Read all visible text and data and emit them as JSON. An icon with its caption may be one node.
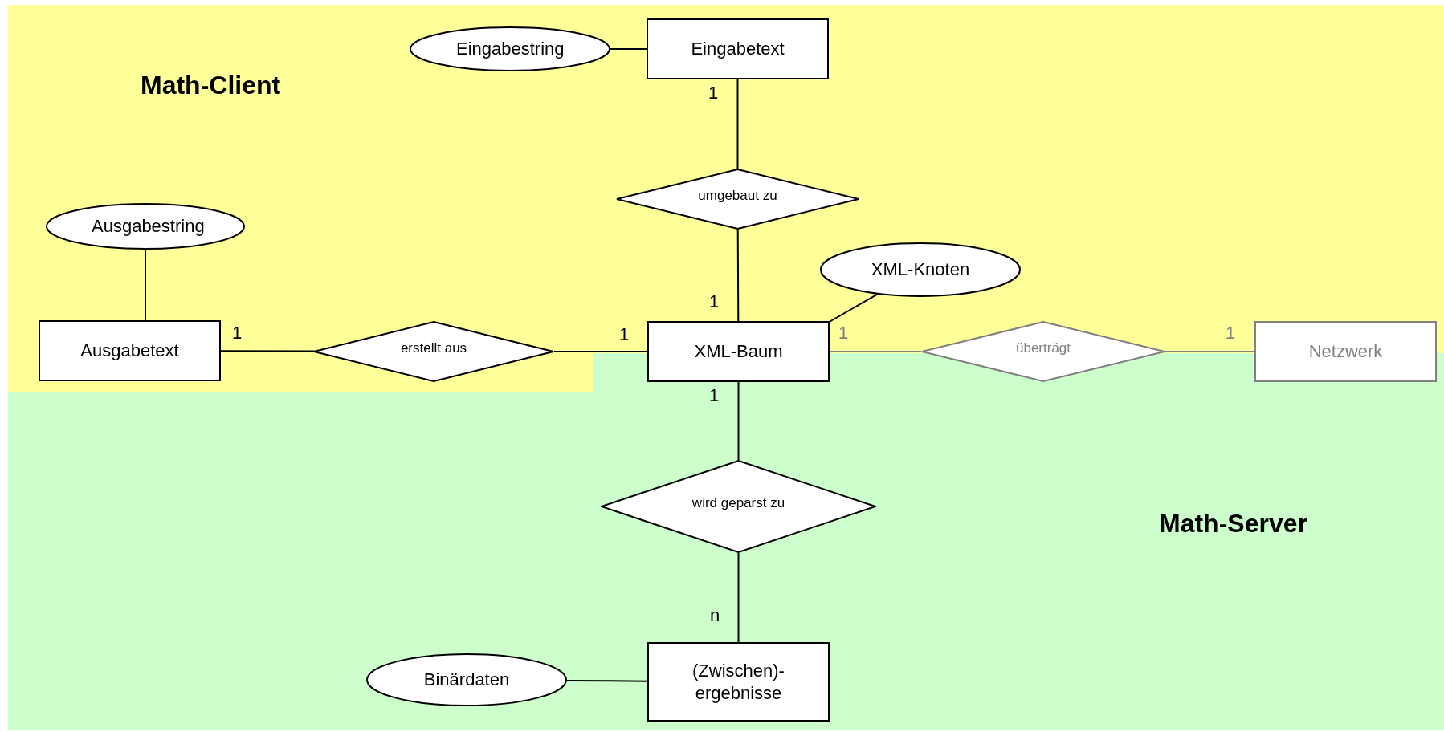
{
  "diagram": {
    "nodes": [
      {
        "text": [
          "Eingabestring"
        ]
      },
      {
        "text": [
          "Eingabetext"
        ]
      },
      {
        "text": [
          "umgebaut zu"
        ]
      },
      {
        "text": [
          "Ausgabestring"
        ]
      },
      {
        "text": [
          "XML-Knoten"
        ]
      },
      {
        "text": [
          "Ausgabetext"
        ]
      },
      {
        "text": [
          "erstellt aus"
        ]
      },
      {
        "text": [
          "XML-Baum"
        ]
      },
      {
        "text": [
          "überträgt"
        ]
      },
      {
        "text": [
          "Netzwerk"
        ]
      },
      {
        "text": [
          "wird geparst zu"
        ]
      },
      {
        "text": [
          "Binärdaten"
        ]
      },
      {
        "text": [
          "(Zwischen)- ergebnisse"
        ]
      }
    ],
    "edges": [
      {
        "from": 0,
        "to": 1,
        "arrow": "none"
      },
      {
        "from": 1,
        "to": 2,
        "arrow": "none",
        "label": "1"
      },
      {
        "from": 7,
        "to": 2,
        "arrow": "none",
        "label": "1"
      },
      {
        "from": 3,
        "to": 5,
        "arrow": "none"
      },
      {
        "from": 5,
        "to": 6,
        "arrow": "none",
        "label": "1"
      },
      {
        "from": 7,
        "to": 6,
        "arrow": "none",
        "label": "1"
      },
      {
        "from": 7,
        "to": 4,
        "arrow": "none"
      },
      {
        "from": 7,
        "to": 8,
        "arrow": "none",
        "label": "1",
        "color": "#808080"
      },
      {
        "from": 9,
        "to": 8,
        "arrow": "none",
        "label": "1",
        "color": "#808080"
      },
      {
        "from": 7,
        "to": 10,
        "arrow": "none",
        "label": "1"
      },
      {
        "from": 12,
        "to": 10,
        "arrow": "none",
        "label": "n"
      },
      {
        "from": 11,
        "to": 12,
        "arrow": "none"
      }
    ],
    "labels": [
      "Math-Client",
      "Math-Server"
    ]
  }
}
